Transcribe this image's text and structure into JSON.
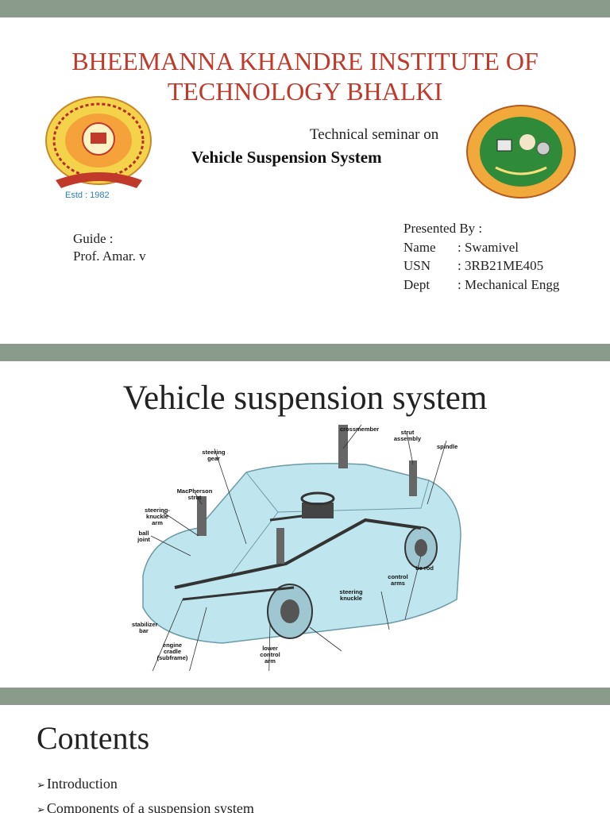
{
  "slide1": {
    "institute_line1": "BHEEMANNA KHANDRE INSTITUTE OF",
    "institute_line2": "TECHNOLOGY BHALKI",
    "seminar_on": "Technical seminar on",
    "seminar_title": "Vehicle Suspension System",
    "estd": "Estd : 1982",
    "guide_label": "Guide  :",
    "guide_name": "Prof. Amar. v",
    "presented_by": "Presented By :",
    "rows": [
      {
        "key": "Name",
        "value": ": Swamivel"
      },
      {
        "key": "USN",
        "value": ": 3RB21ME405"
      },
      {
        "key": "Dept",
        "value": ": Mechanical Engg"
      }
    ]
  },
  "slide2": {
    "title": "Vehicle suspension system",
    "labels": {
      "crossmember": "crossmember",
      "strut_assembly": "strut assembly",
      "spindle": "spindle",
      "steering_gear": "steering gear",
      "macpherson_strut": "MacPherson strut",
      "steering_knuckle_arm": "steering-knuckle arm",
      "ball_joint": "ball joint",
      "tie_rod": "tie rod",
      "control_arms": "control arms",
      "steering_knuckle": "steering knuckle",
      "stabilizer_bar": "stabilizer bar",
      "engine_cradle": "engine cradle (subframe)",
      "lower_control_arm": "lower control arm"
    }
  },
  "slide3": {
    "title": "Contents",
    "items": [
      "Introduction",
      "Components of a suspension system"
    ]
  },
  "colors": {
    "band": "#8a9a8b",
    "institute_red": "#c0392b",
    "car_body": "#bfe6ee"
  }
}
